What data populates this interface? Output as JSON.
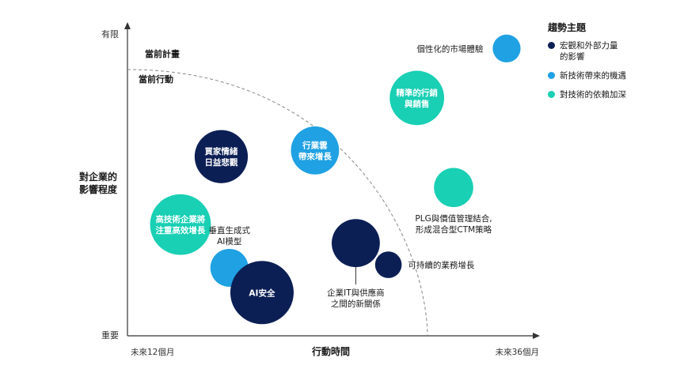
{
  "colors": {
    "navy": "#0c1f55",
    "blue": "#1fa1e3",
    "teal": "#19cfb4",
    "axis": "#333333",
    "curve": "#888888"
  },
  "legend": {
    "title": "趨勢主題",
    "items": [
      {
        "label": "宏觀和外部力量\n的影響",
        "color": "#0c1f55"
      },
      {
        "label": "新技術帶來的機遇",
        "color": "#1fa1e3"
      },
      {
        "label": "對技術的依賴加深",
        "color": "#19cfb4"
      }
    ]
  },
  "chart_data": {
    "type": "scatter",
    "xlabel": "行動時間",
    "ylabel": "對企業的\n影響程度",
    "x_ticks": {
      "start": "未來12個月",
      "end": "未來36個月"
    },
    "y_ticks": {
      "top": "有限",
      "bottom": "重要"
    },
    "xlim": [
      0,
      100
    ],
    "ylim": [
      0,
      100
    ],
    "regions": [
      {
        "label": "當前計畫"
      },
      {
        "label": "當前行動"
      }
    ],
    "bubbles": [
      {
        "label": "買家情緒\n日益悲觀",
        "x": 23,
        "y": 58,
        "size": 42,
        "theme": "navy",
        "label_pos": "inside"
      },
      {
        "label": "高技術企業將\n注重高效增長",
        "x": 13,
        "y": 36,
        "size": 48,
        "theme": "teal",
        "label_pos": "inside"
      },
      {
        "label": "垂直生成式\nAI模型",
        "x": 25,
        "y": 22,
        "size": 30,
        "theme": "blue",
        "label_pos": "above"
      },
      {
        "label": "AI安全",
        "x": 33,
        "y": 14,
        "size": 50,
        "theme": "navy",
        "label_pos": "inside"
      },
      {
        "label": "行業雲\n帶來增長",
        "x": 46,
        "y": 60,
        "size": 38,
        "theme": "blue",
        "label_pos": "inside"
      },
      {
        "label": "企業IT與供應商\n之間的新關係",
        "x": 56,
        "y": 30,
        "size": 38,
        "theme": "navy",
        "label_pos": "below"
      },
      {
        "label": "可持續的業務增長",
        "x": 64,
        "y": 23,
        "size": 21,
        "theme": "navy",
        "label_pos": "right"
      },
      {
        "label": "精準的行銷\n與銷售",
        "x": 71,
        "y": 77,
        "size": 43,
        "theme": "teal",
        "label_pos": "inside"
      },
      {
        "label": "PLG與價值管理結合,\n形成混合型CTM策略",
        "x": 80,
        "y": 48,
        "size": 31,
        "theme": "teal",
        "label_pos": "below"
      },
      {
        "label": "個性化的市場體驗",
        "x": 93,
        "y": 93,
        "size": 22,
        "theme": "blue",
        "label_pos": "left"
      }
    ]
  }
}
